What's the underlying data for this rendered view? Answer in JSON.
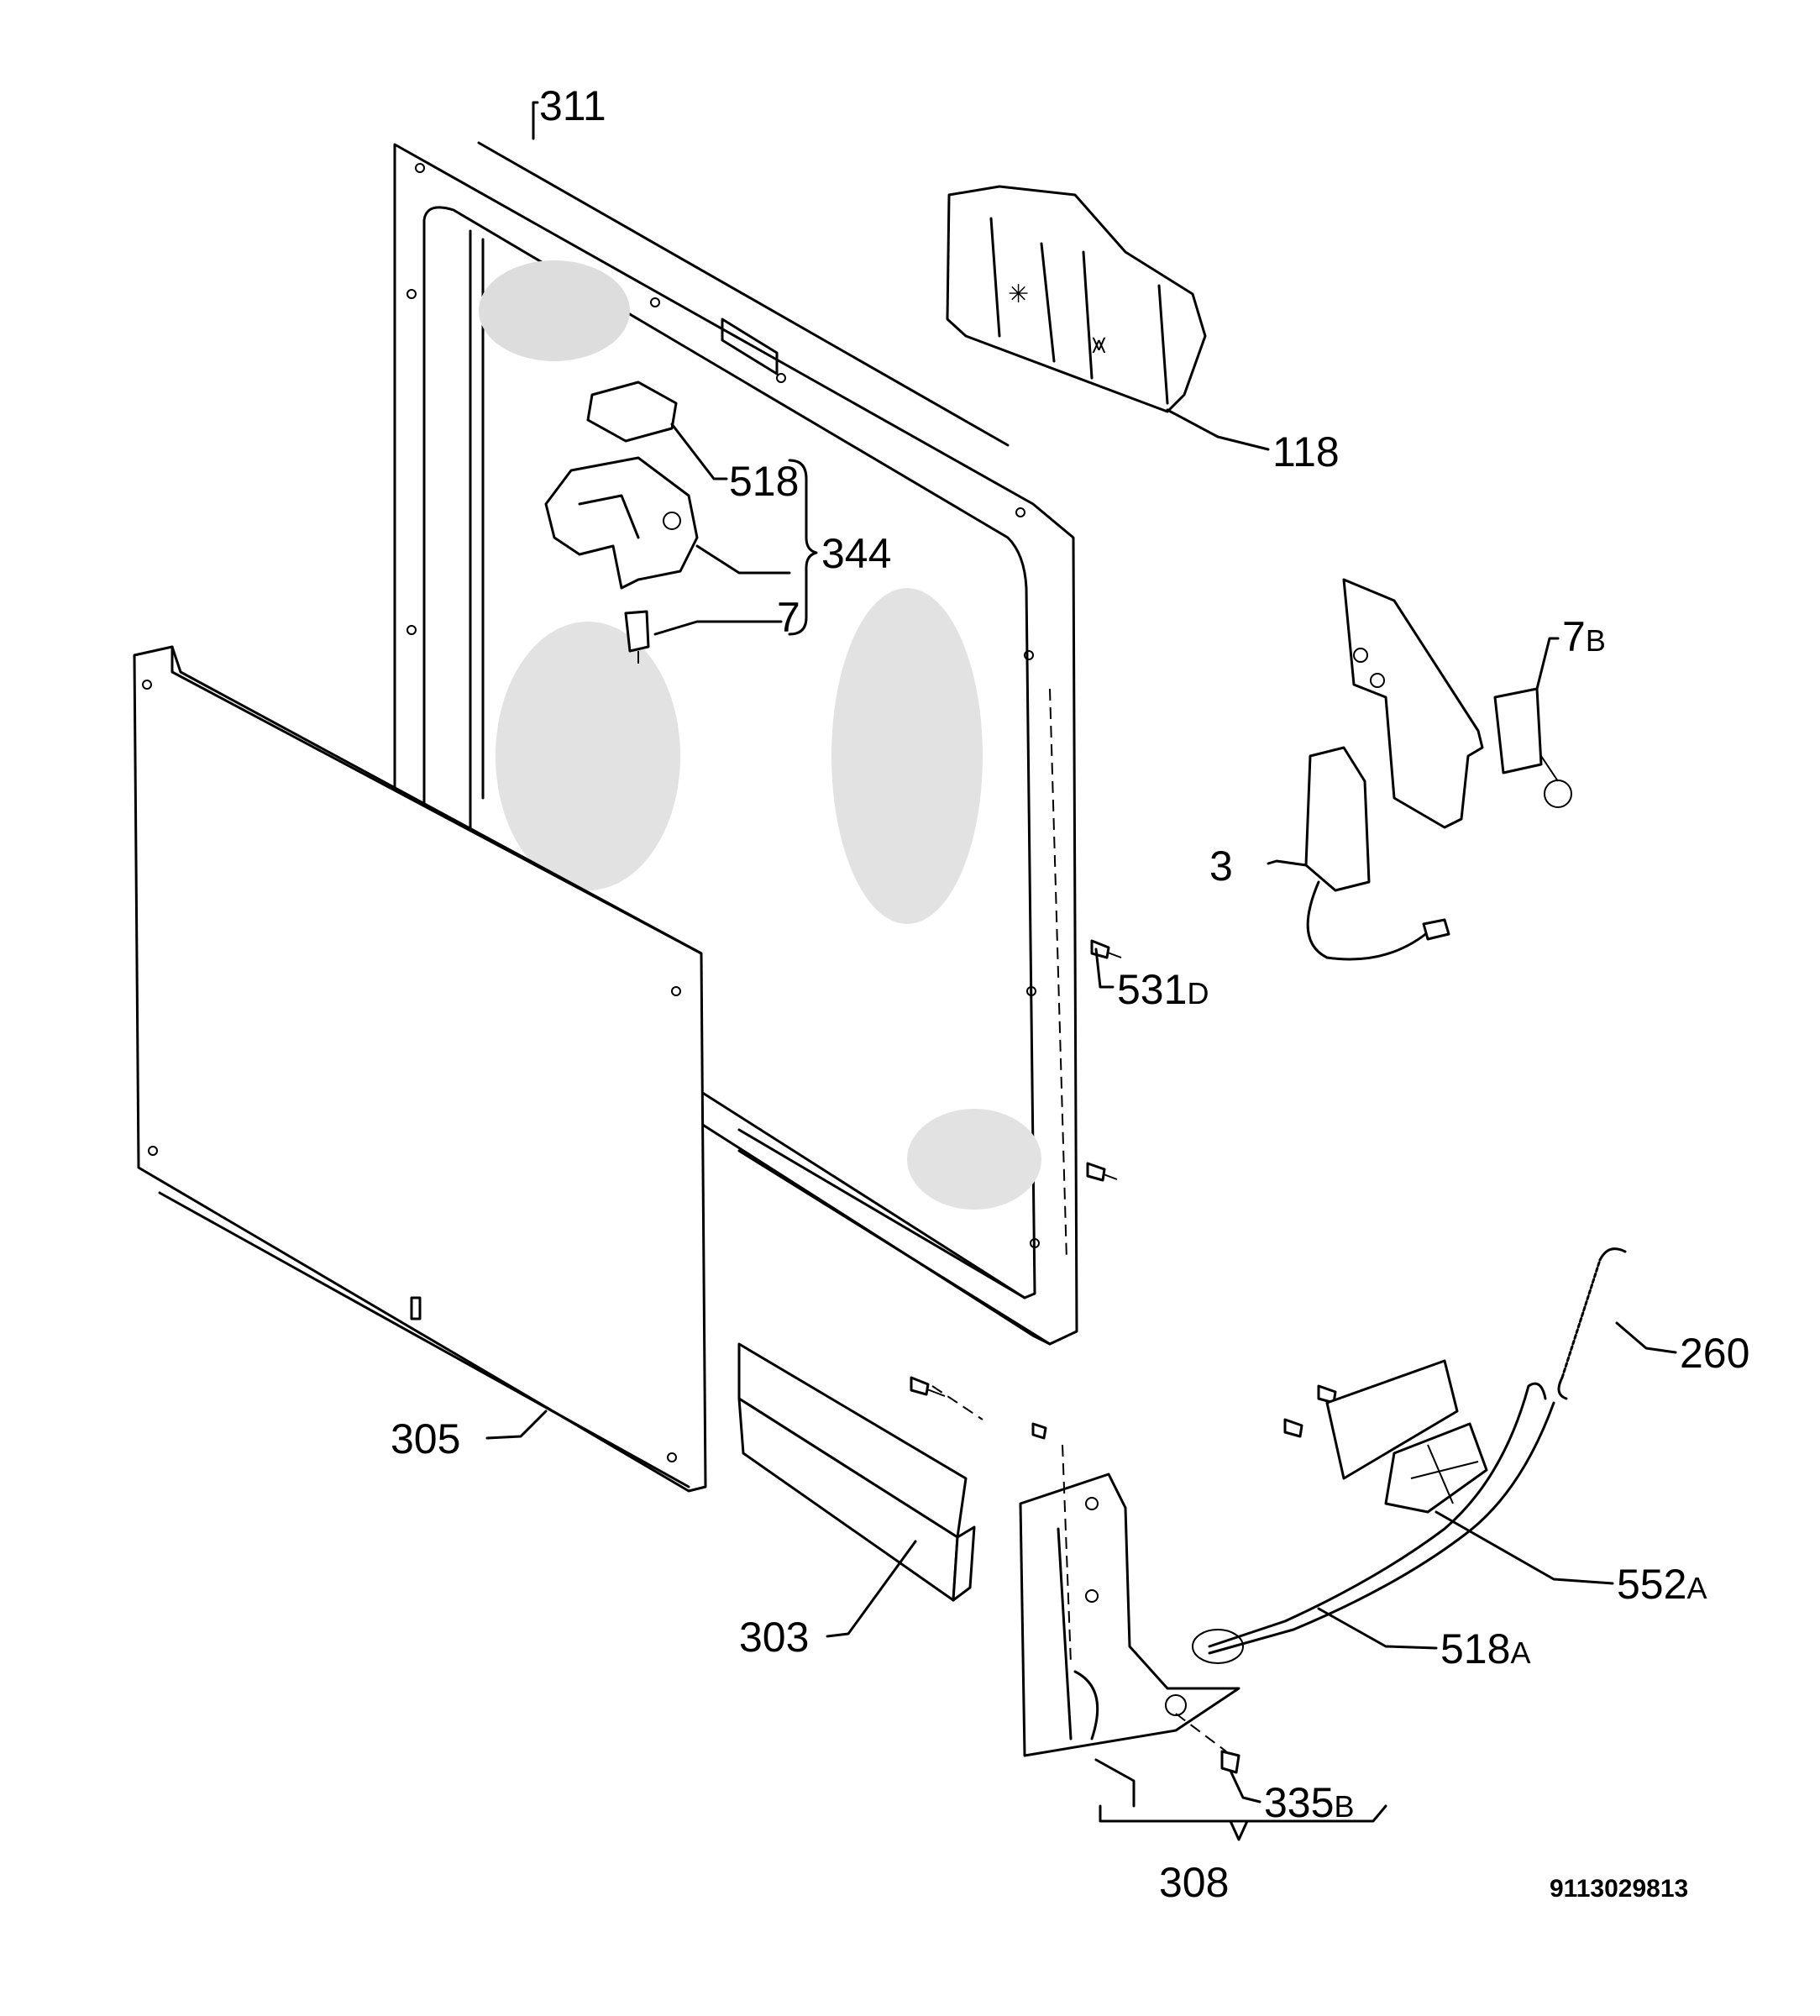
{
  "diagram": {
    "catalog_number": "9113029813",
    "callouts": [
      {
        "id": "311",
        "main": "311",
        "sub": ""
      },
      {
        "id": "118",
        "main": "118",
        "sub": ""
      },
      {
        "id": "518",
        "main": "518",
        "sub": ""
      },
      {
        "id": "344",
        "main": "344",
        "sub": ""
      },
      {
        "id": "7",
        "main": "7",
        "sub": ""
      },
      {
        "id": "7B",
        "main": "7",
        "sub": "B"
      },
      {
        "id": "3",
        "main": "3",
        "sub": ""
      },
      {
        "id": "531D",
        "main": "531",
        "sub": "D"
      },
      {
        "id": "260",
        "main": "260",
        "sub": ""
      },
      {
        "id": "305",
        "main": "305",
        "sub": ""
      },
      {
        "id": "552A",
        "main": "552",
        "sub": "A"
      },
      {
        "id": "518A",
        "main": "518",
        "sub": "A"
      },
      {
        "id": "303",
        "main": "303",
        "sub": ""
      },
      {
        "id": "335B",
        "main": "335",
        "sub": "B"
      },
      {
        "id": "308",
        "main": "308",
        "sub": ""
      }
    ]
  }
}
